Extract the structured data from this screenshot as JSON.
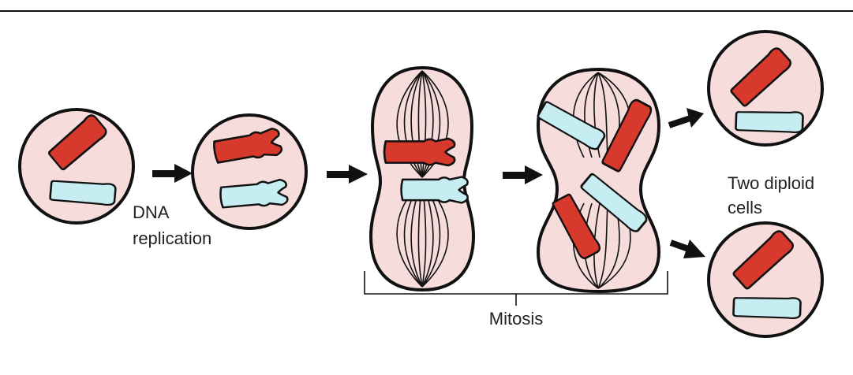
{
  "labels": {
    "dna_line1": "DNA",
    "dna_line2": "replication",
    "diploid_line1": "Two diploid",
    "diploid_line2": "cells",
    "mitosis": "Mitosis"
  },
  "colors": {
    "cell_fill": "#f7dcdc",
    "chromosome_red": "#d73a2c",
    "chromosome_blue": "#c6eef2",
    "outline": "#111111"
  }
}
